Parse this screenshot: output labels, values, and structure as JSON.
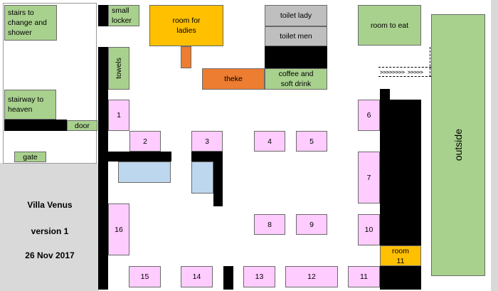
{
  "areas": {
    "stairs_change": "stairs to\nchange and\nshower",
    "small_locker": "small\nlocker",
    "room_ladies": "room for\nladies",
    "toilet_lady": "toilet lady",
    "toilet_men": "toilet men",
    "room_to_eat": "room to eat",
    "towels": "towels",
    "theke": "theke",
    "coffee": "coffee and\nsoft drink",
    "arrows": ">>>>>>>> >>>>>",
    "stairway": "stairway to\nheaven",
    "door": "door",
    "gate": "gate",
    "outside": "outside",
    "room11": "room\n11"
  },
  "rooms": [
    "1",
    "2",
    "3",
    "4",
    "5",
    "6",
    "7",
    "8",
    "9",
    "10",
    "11",
    "12",
    "13",
    "14",
    "15",
    "16"
  ],
  "info": {
    "title": "Villa Venus",
    "version": "version 1",
    "date": "26 Nov 2017"
  }
}
